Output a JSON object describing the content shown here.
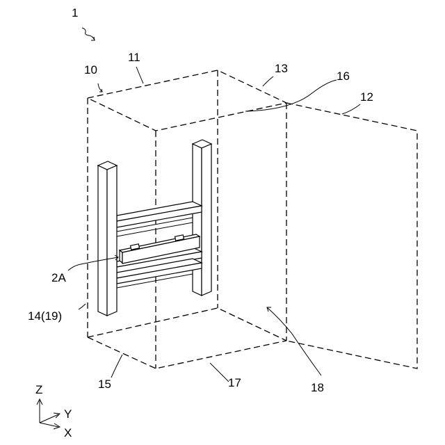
{
  "labels": {
    "l1": "1",
    "l10": "10",
    "l11": "11",
    "l13": "13",
    "l16": "16",
    "l12": "12",
    "l2A": "2A",
    "l14": "14(19)",
    "l15": "15",
    "l17": "17",
    "l18": "18"
  },
  "axes": {
    "z": "Z",
    "y": "Y",
    "x": "X"
  }
}
